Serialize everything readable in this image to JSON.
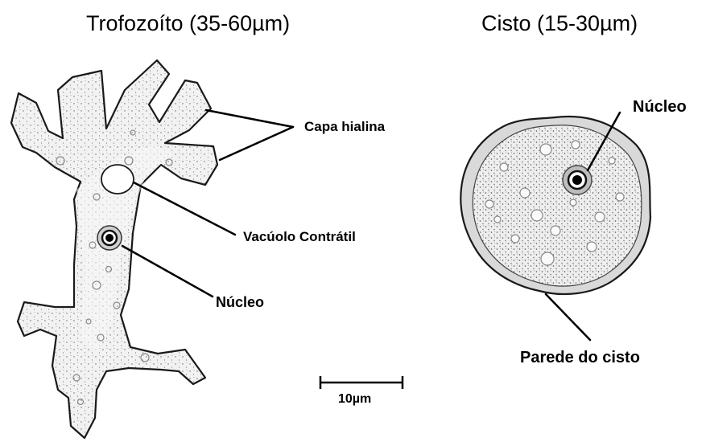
{
  "titles": {
    "trophozoite": "Trofozoíto (35-60µm)",
    "cyst": "Cisto (15-30µm)"
  },
  "labels": {
    "hyaline_layer": "Capa hialina",
    "contractile_vacuole": "Vacúolo Contrátil",
    "nucleus_trophozoite": "Núcleo",
    "nucleus_cyst": "Núcleo",
    "cyst_wall": "Parede do cisto",
    "scale_bar": "10µm"
  },
  "colors": {
    "outline": "#1a1a1a",
    "cytoplasm": "#f1f1f1",
    "stipple": "#555555"
  }
}
